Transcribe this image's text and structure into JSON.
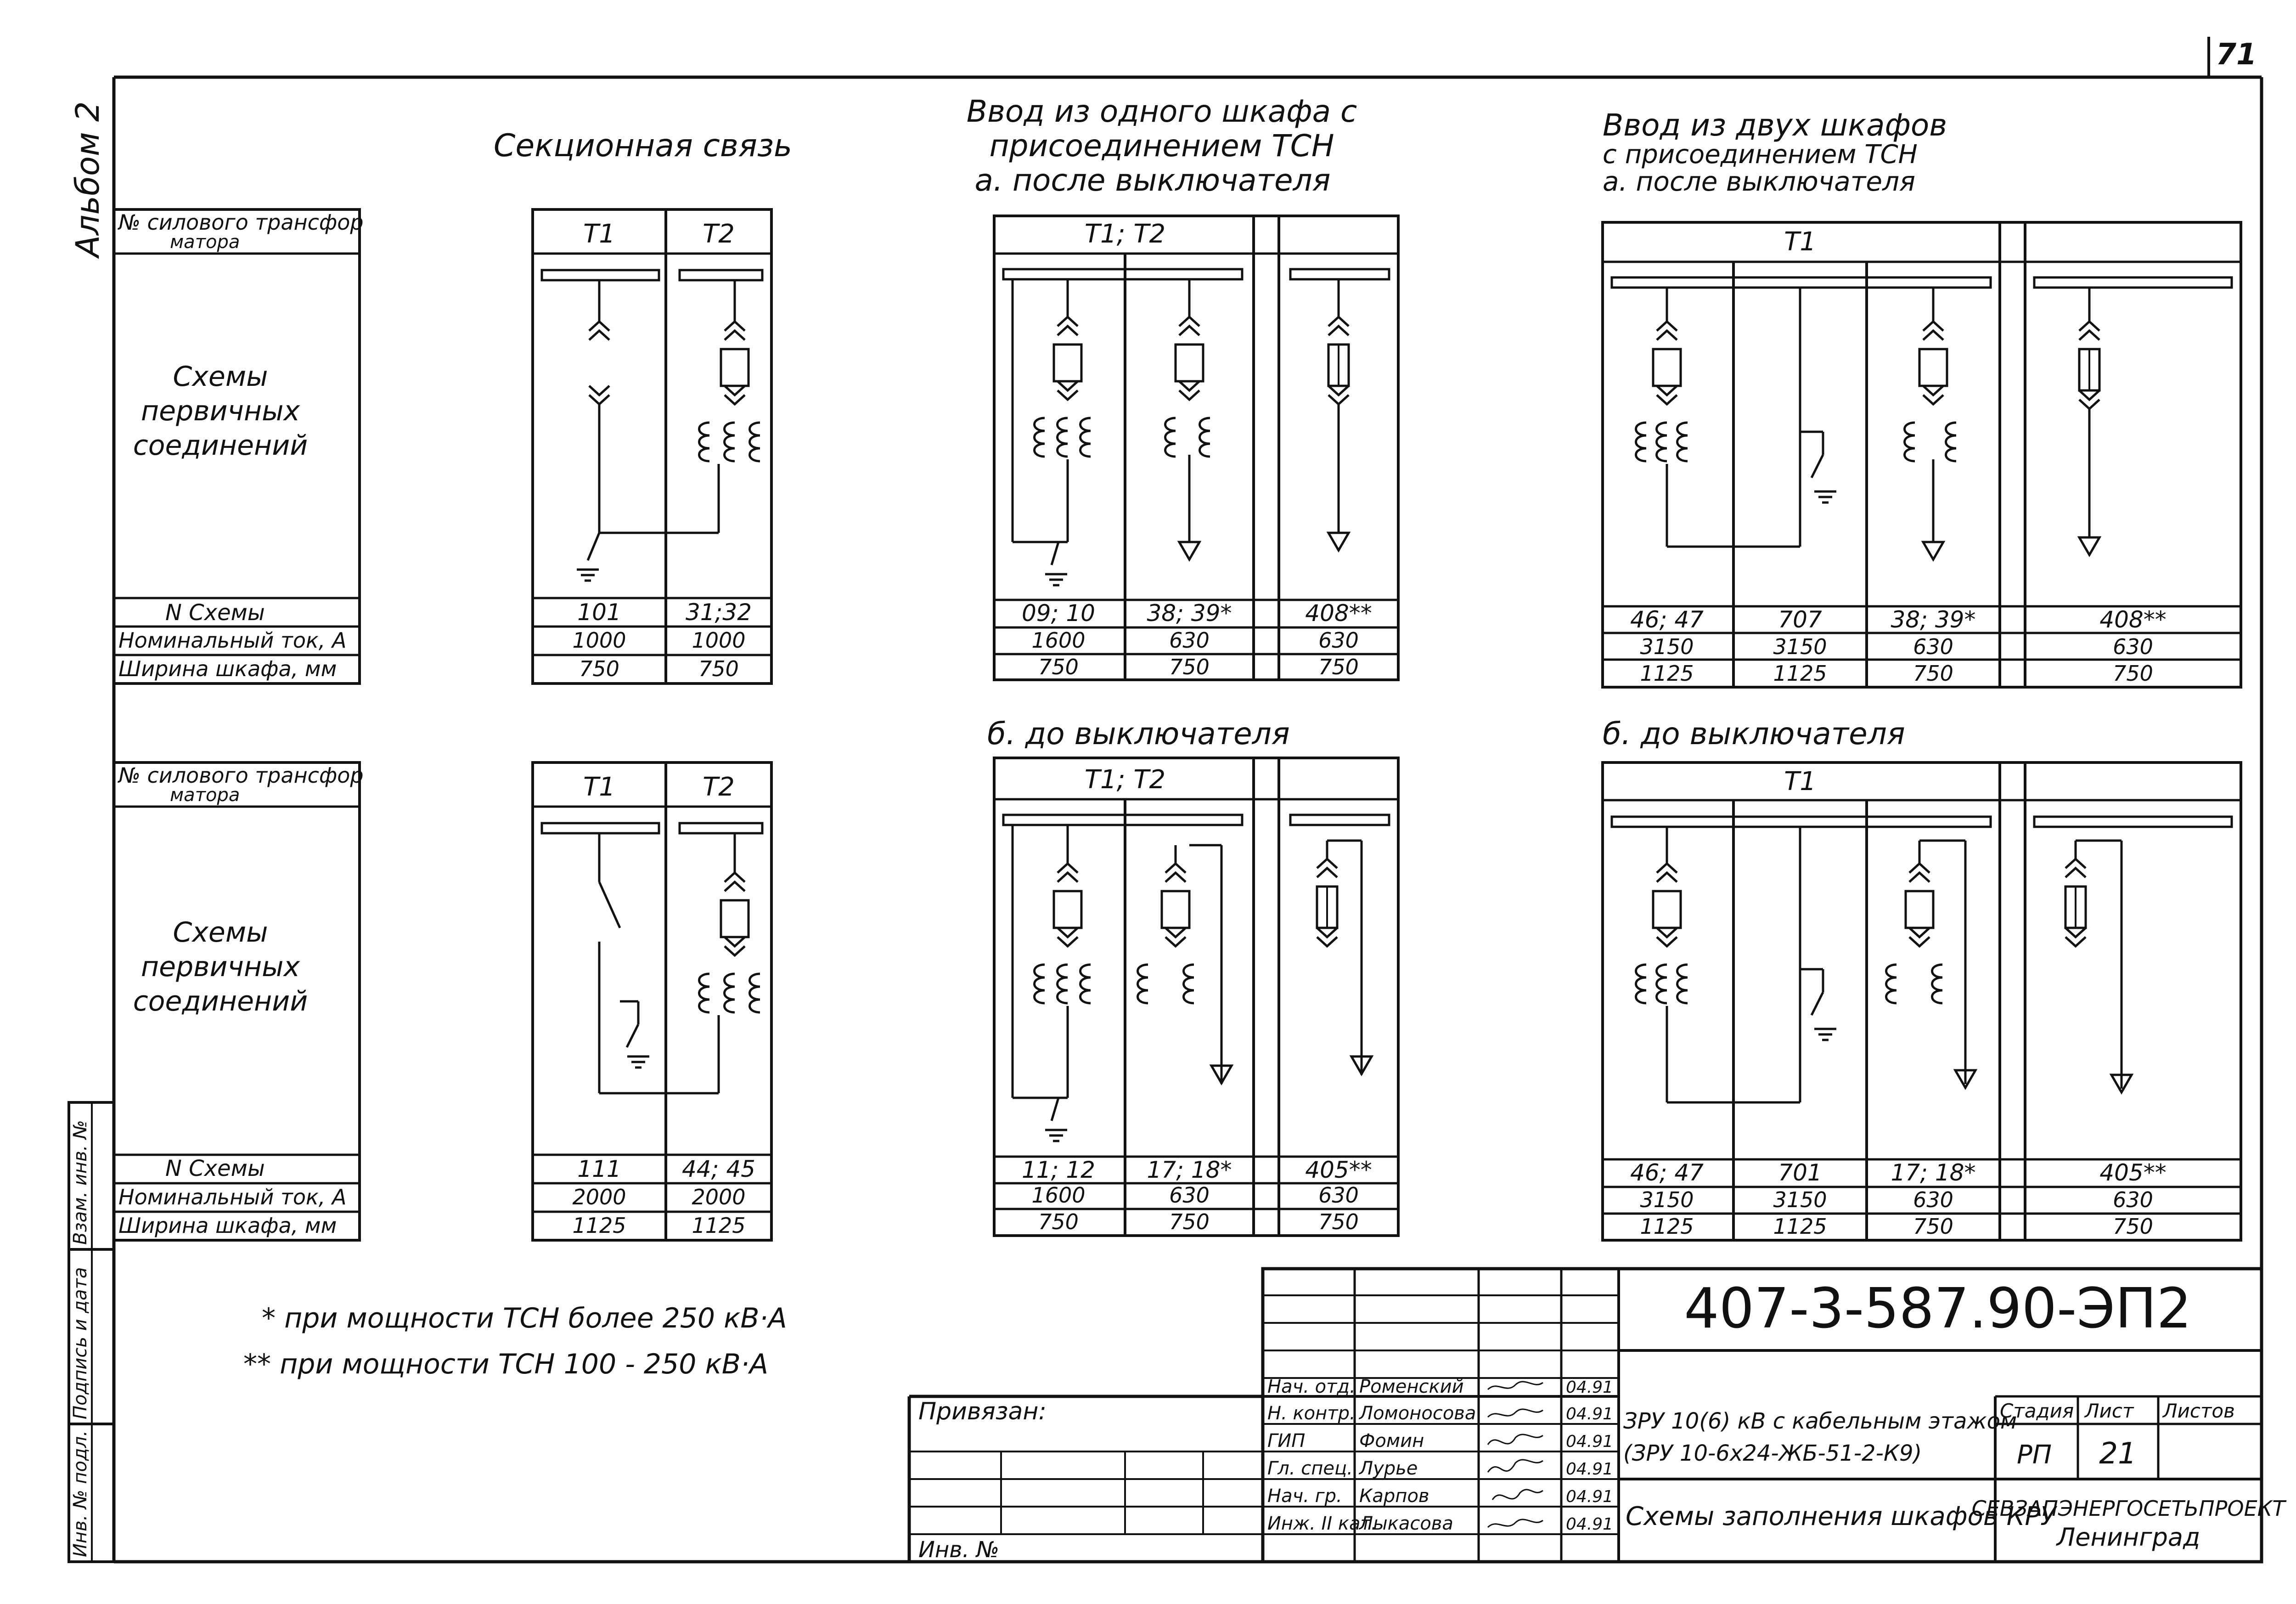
{
  "page_number": "71",
  "album": "Альбом 2",
  "headers": {
    "section": "Секционная связь",
    "single_feed": [
      "Ввод из одного шкафа с",
      "присоединением ТСН",
      "а. после выключателя"
    ],
    "double_feed": [
      "Ввод из двух шкафов",
      "с присоединением ТСН",
      "а. после выключателя"
    ],
    "before_breaker_single": "б. до выключателя",
    "before_breaker_double": "б. до выключателя"
  },
  "row_labels": {
    "transformer": [
      "№ силового трансфор",
      "матора"
    ],
    "schemes": [
      "Схемы",
      "первичных",
      "соединений"
    ],
    "scheme_no": "N Схемы",
    "current": "Номинальный ток, А",
    "width": "Ширина шкафа, мм"
  },
  "panels": {
    "top_section": {
      "headers": [
        "Т1",
        "Т2"
      ],
      "schemes": [
        "101",
        "31;32"
      ],
      "currents": [
        "1000",
        "1000"
      ],
      "widths": [
        "750",
        "750"
      ]
    },
    "top_single": {
      "headers": [
        "Т1; Т2",
        ""
      ],
      "schemes": [
        "09; 10",
        "38; 39*",
        "408**"
      ],
      "currents": [
        "1600",
        "630",
        "630"
      ],
      "widths": [
        "750",
        "750",
        "750"
      ]
    },
    "top_double": {
      "headers": [
        "Т1",
        ""
      ],
      "schemes": [
        "46; 47",
        "707",
        "38; 39*",
        "408**"
      ],
      "currents": [
        "3150",
        "3150",
        "630",
        "630"
      ],
      "widths": [
        "1125",
        "1125",
        "750",
        "750"
      ]
    },
    "bottom_section": {
      "headers": [
        "Т1",
        "Т2"
      ],
      "schemes": [
        "111",
        "44; 45"
      ],
      "currents": [
        "2000",
        "2000"
      ],
      "widths": [
        "1125",
        "1125"
      ]
    },
    "bottom_single": {
      "headers": [
        "Т1; Т2",
        ""
      ],
      "schemes": [
        "11; 12",
        "17; 18*",
        "405**"
      ],
      "currents": [
        "1600",
        "630",
        "630"
      ],
      "widths": [
        "750",
        "750",
        "750"
      ]
    },
    "bottom_double": {
      "headers": [
        "Т1",
        ""
      ],
      "schemes": [
        "46; 47",
        "701",
        "17; 18*",
        "405**"
      ],
      "currents": [
        "3150",
        "3150",
        "630",
        "630"
      ],
      "widths": [
        "1125",
        "1125",
        "750",
        "750"
      ]
    }
  },
  "notes": [
    "* при мощности ТСН более 250 кВ·А",
    "** при мощности ТСН 100 - 250 кВ·А"
  ],
  "side_stamps": [
    "Инв. № подл.",
    "Подпись и дата",
    "Взам. инв. №"
  ],
  "title_block": {
    "code": "407-3-587.90-ЭП2",
    "bound": "Привязан:",
    "inv": "Инв. №",
    "roles": [
      "Нач. отд.",
      "Н. контр.",
      "ГИП",
      "Гл. спец.",
      "Нач. гр.",
      "Инж. II кат."
    ],
    "names": [
      "Роменский",
      "Ломоносова",
      "Фомин",
      "Лурье",
      "Карпов",
      "Лыкасова"
    ],
    "dates": [
      "04.91",
      "04.91",
      "04.91",
      "04.91",
      "04.91",
      "04.91"
    ],
    "project": [
      "ЗРУ 10(6) кВ с кабельным этажом",
      "(ЗРУ 10-6х24-ЖБ-51-2-К9)"
    ],
    "sheet_title": "Схемы заполнения шкафов КРУ",
    "stage_label": "Стадия",
    "sheet_label": "Лист",
    "sheets_label": "Листов",
    "stage": "РП",
    "sheet": "21",
    "sheets": "",
    "org": [
      "СЕВЗАПЭНЕРГОСЕТЬПРОЕКТ",
      "Ленинград"
    ]
  }
}
